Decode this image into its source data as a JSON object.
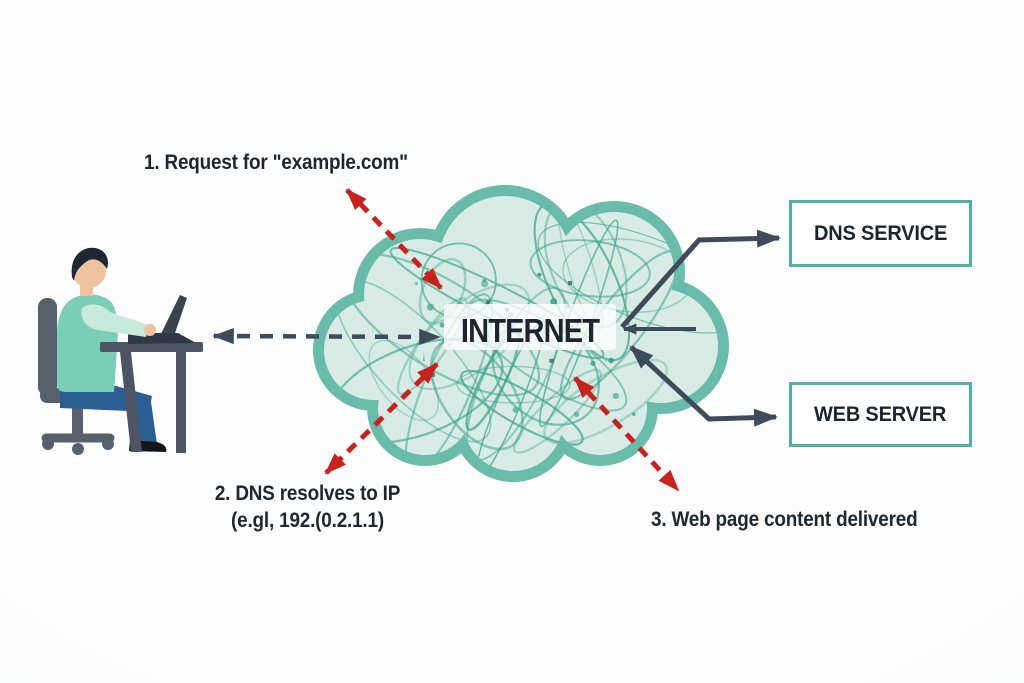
{
  "diagram": {
    "cloud": {
      "label": "INTERNET"
    },
    "nodes": {
      "dns": {
        "label": "DNS SERVICE"
      },
      "web": {
        "label": "WEB SERVER"
      }
    },
    "steps": {
      "one": "1. Request for \"example.com\"",
      "two_line1": "2. DNS resolves to IP",
      "two_line2": "(e.gl, 192.(0.2.1.1)",
      "three": "3. Web page content delivered"
    },
    "colors": {
      "cloud_border": "#6abcaa",
      "cloud_fill": "#d8ece5",
      "scribble": "#3fa58c",
      "arrow_red": "#c8221f",
      "arrow_dark": "#3d4b5a",
      "box_border": "#4fb3a1",
      "text": "#21272c",
      "box_text": "#1d252c"
    }
  }
}
